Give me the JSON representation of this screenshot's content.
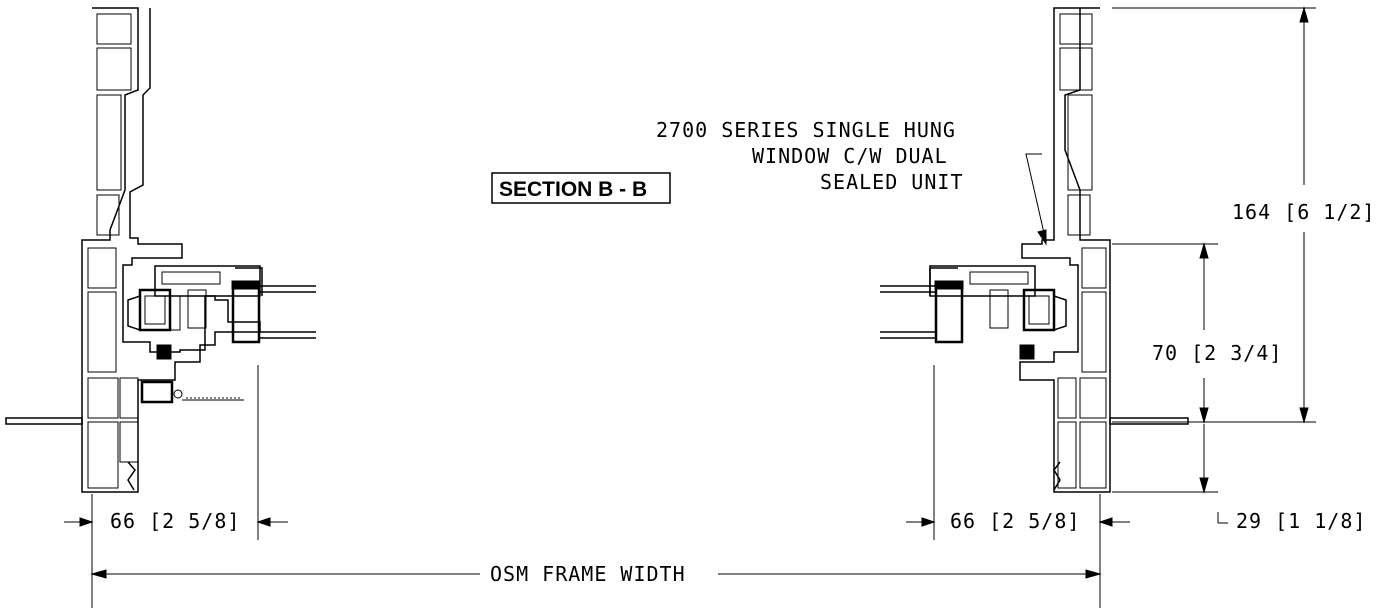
{
  "title": "SECTION B - B",
  "callout": {
    "line1": "2700 SERIES SINGLE HUNG",
    "line2": "WINDOW C/W DUAL",
    "line3": "SEALED UNIT"
  },
  "dimensions": {
    "left_frame": "66 [2 5/8]",
    "right_frame": "66 [2 5/8]",
    "overall_height": "164 [6 1/2]",
    "sash_height": "70 [2 3/4]",
    "sill_height": "29 [1 1/8]",
    "frame_width": "OSM FRAME WIDTH"
  }
}
